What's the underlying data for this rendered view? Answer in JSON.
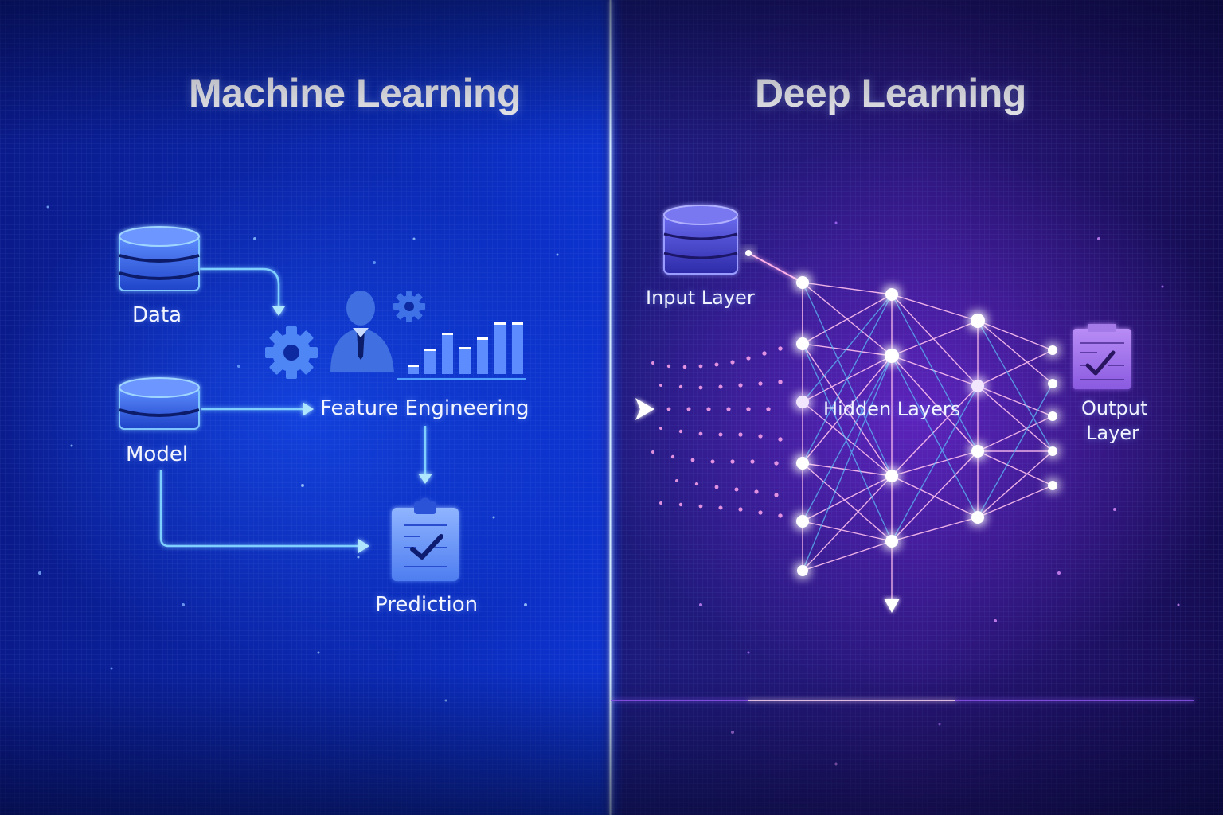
{
  "machine_learning": {
    "title": "Machine Learning",
    "nodes": {
      "data": {
        "label": "Data",
        "icon": "database-icon"
      },
      "model": {
        "label": "Model",
        "icon": "database-icon"
      },
      "feature_engineering": {
        "label": "Feature Engineering",
        "icons": [
          "gear-icon",
          "person-icon",
          "bar-chart-icon"
        ]
      },
      "prediction": {
        "label": "Prediction",
        "icon": "clipboard-check-icon"
      }
    },
    "flow": [
      "Data -> Feature Engineering",
      "Model -> Feature Engineering",
      "Model -> Prediction",
      "Feature Engineering -> Prediction"
    ],
    "accent_color": "#4fb4ff"
  },
  "deep_learning": {
    "title": "Deep Learning",
    "nodes": {
      "input_layer": {
        "label": "Input Layer",
        "icon": "database-icon"
      },
      "hidden_layers": {
        "label": "Hidden Layers",
        "icon": "neural-network-icon"
      },
      "output_layer": {
        "label_line1": "Output",
        "label_line2": "Layer",
        "icon": "clipboard-check-icon"
      }
    },
    "accent_color": "#d070ff"
  },
  "divider": {
    "transition_icon": "arrow-right-icon"
  },
  "colors": {
    "left_bg": "#0b2bb8",
    "right_bg": "#2a167a",
    "glow_blue": "#5ec8ff",
    "glow_purple": "#e07cff"
  }
}
